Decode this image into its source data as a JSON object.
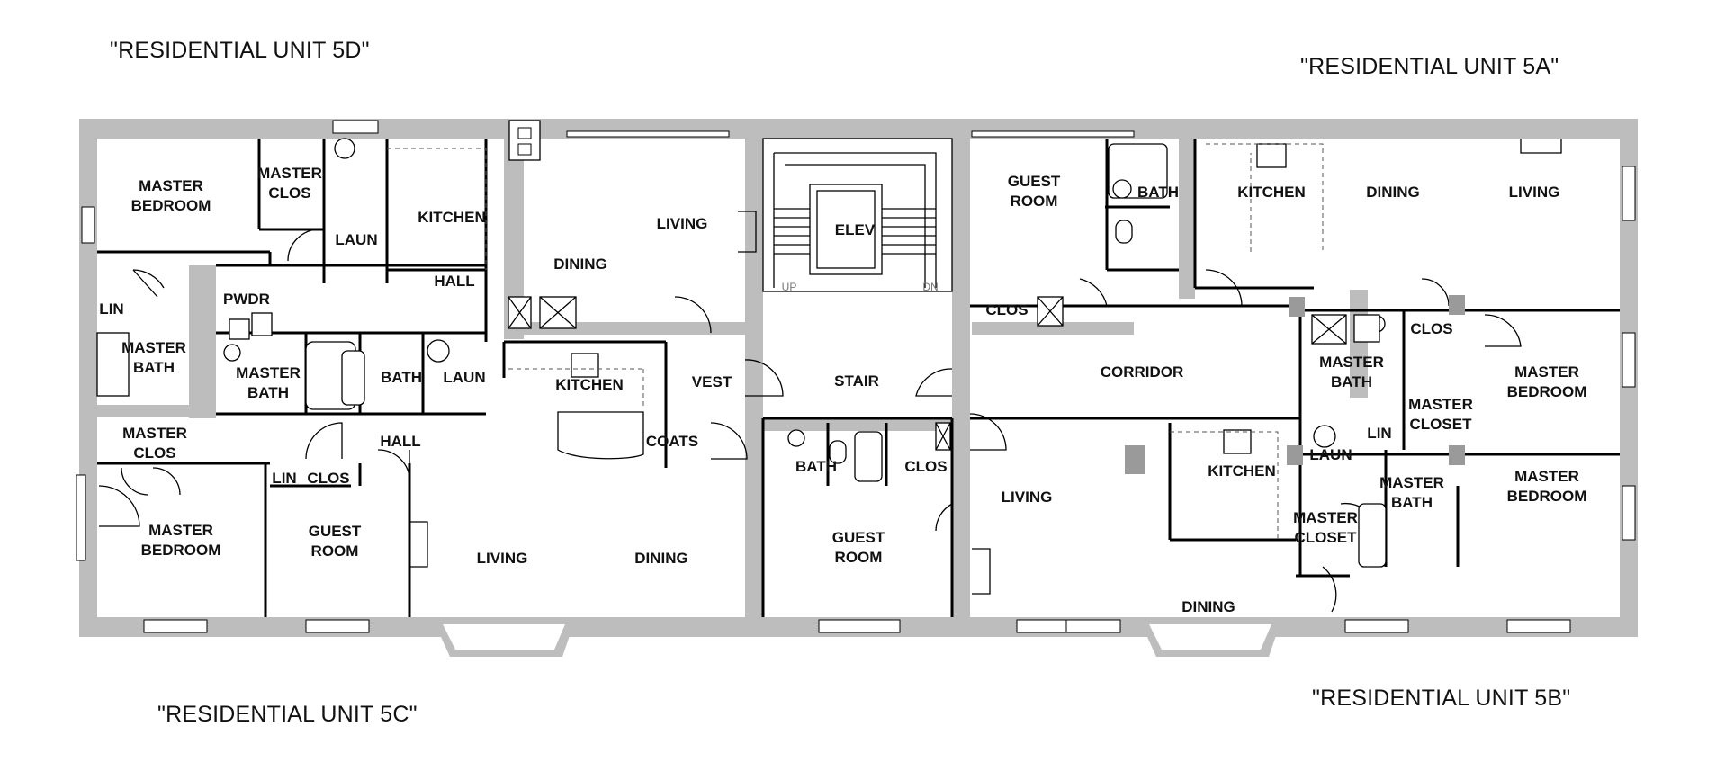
{
  "units": {
    "u5d": "\"RESIDENTIAL UNIT 5D\"",
    "u5a": "\"RESIDENTIAL UNIT 5A\"",
    "u5c": "\"RESIDENTIAL UNIT 5C\"",
    "u5b": "\"RESIDENTIAL UNIT 5B\""
  },
  "rooms": {
    "d_master_bedroom": [
      "MASTER",
      "BEDROOM"
    ],
    "d_master_clos": [
      "MASTER",
      "CLOS"
    ],
    "d_laun": "LAUN",
    "d_kitchen": "KITCHEN",
    "d_hall": "HALL",
    "d_dining": "DINING",
    "d_living": "LIVING",
    "d_lin": "LIN",
    "d_pwdr": "PWDR",
    "d_master_bath": [
      "MASTER",
      "BATH"
    ],
    "center_elev": "ELEV",
    "center_up": "UP",
    "center_dn": "DN",
    "center_stair": "STAIR",
    "center_vest": "VEST",
    "c_kitchen": "KITCHEN",
    "c_coats": "COATS",
    "c_master_bath": [
      "MASTER",
      "BATH"
    ],
    "c_bath": "BATH",
    "c_laun": "LAUN",
    "c_master_clos": [
      "MASTER",
      "CLOS"
    ],
    "c_hall": "HALL",
    "c_lin": "LIN",
    "c_clos": "CLOS",
    "c_master_bedroom": [
      "MASTER",
      "BEDROOM"
    ],
    "c_guest_room": [
      "GUEST",
      "ROOM"
    ],
    "c_living": "LIVING",
    "c_dining": "DINING",
    "a_guest_room": [
      "GUEST",
      "ROOM"
    ],
    "a_bath": "BATH",
    "a_kitchen": "KITCHEN",
    "a_dining": "DINING",
    "a_living": "LIVING",
    "a_clos": "CLOS",
    "a_corridor": "CORRIDOR",
    "a_clos2": "CLOS",
    "a_master_bath": [
      "MASTER",
      "BATH"
    ],
    "a_master_closet": [
      "MASTER",
      "CLOSET"
    ],
    "a_master_bedroom": [
      "MASTER",
      "BEDROOM"
    ],
    "b_bath": "BATH",
    "b_clos": "CLOS",
    "b_guest_room": [
      "GUEST",
      "ROOM"
    ],
    "b_living": "LIVING",
    "b_kitchen": "KITCHEN",
    "b_laun": "LAUN",
    "b_lin": "LIN",
    "b_master_bath": [
      "MASTER",
      "BATH"
    ],
    "b_master_closet": [
      "MASTER",
      "CLOSET"
    ],
    "b_master_bedroom": [
      "MASTER",
      "BEDROOM"
    ],
    "b_dining": "DINING"
  }
}
